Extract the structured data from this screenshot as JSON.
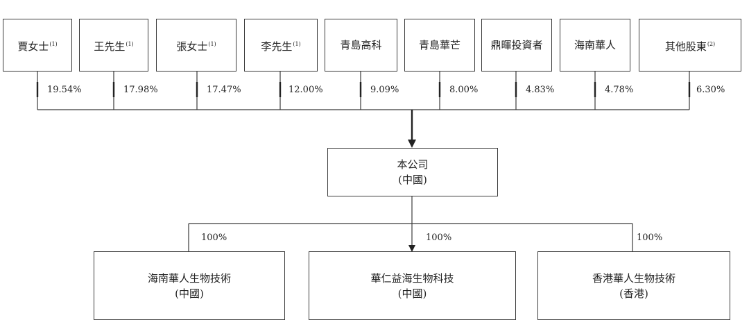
{
  "shareholders": [
    {
      "name": "賈女士",
      "note": "(1)",
      "percent": "19.54%"
    },
    {
      "name": "王先生",
      "note": "(1)",
      "percent": "17.98%"
    },
    {
      "name": "張女士",
      "note": "(1)",
      "percent": "17.47%"
    },
    {
      "name": "李先生",
      "note": "(1)",
      "percent": "12.00%"
    },
    {
      "name": "青島高科",
      "note": "",
      "percent": "9.09%"
    },
    {
      "name": "青島華芒",
      "note": "",
      "percent": "8.00%"
    },
    {
      "name": "鼎暉投資者",
      "note": "",
      "percent": "4.83%"
    },
    {
      "name": "海南華人",
      "note": "",
      "percent": "4.78%"
    },
    {
      "name": "其他股東",
      "note": "(2)",
      "percent": "6.30%"
    }
  ],
  "company": {
    "name": "本公司",
    "region": "(中國)"
  },
  "subsidiaries": [
    {
      "name": "海南華人生物技術",
      "region": "(中國)",
      "percent": "100%"
    },
    {
      "name": "華仁益海生物科技",
      "region": "(中國)",
      "percent": "100%"
    },
    {
      "name": "香港華人生物技術",
      "region": "(香港)",
      "percent": "100%"
    }
  ]
}
